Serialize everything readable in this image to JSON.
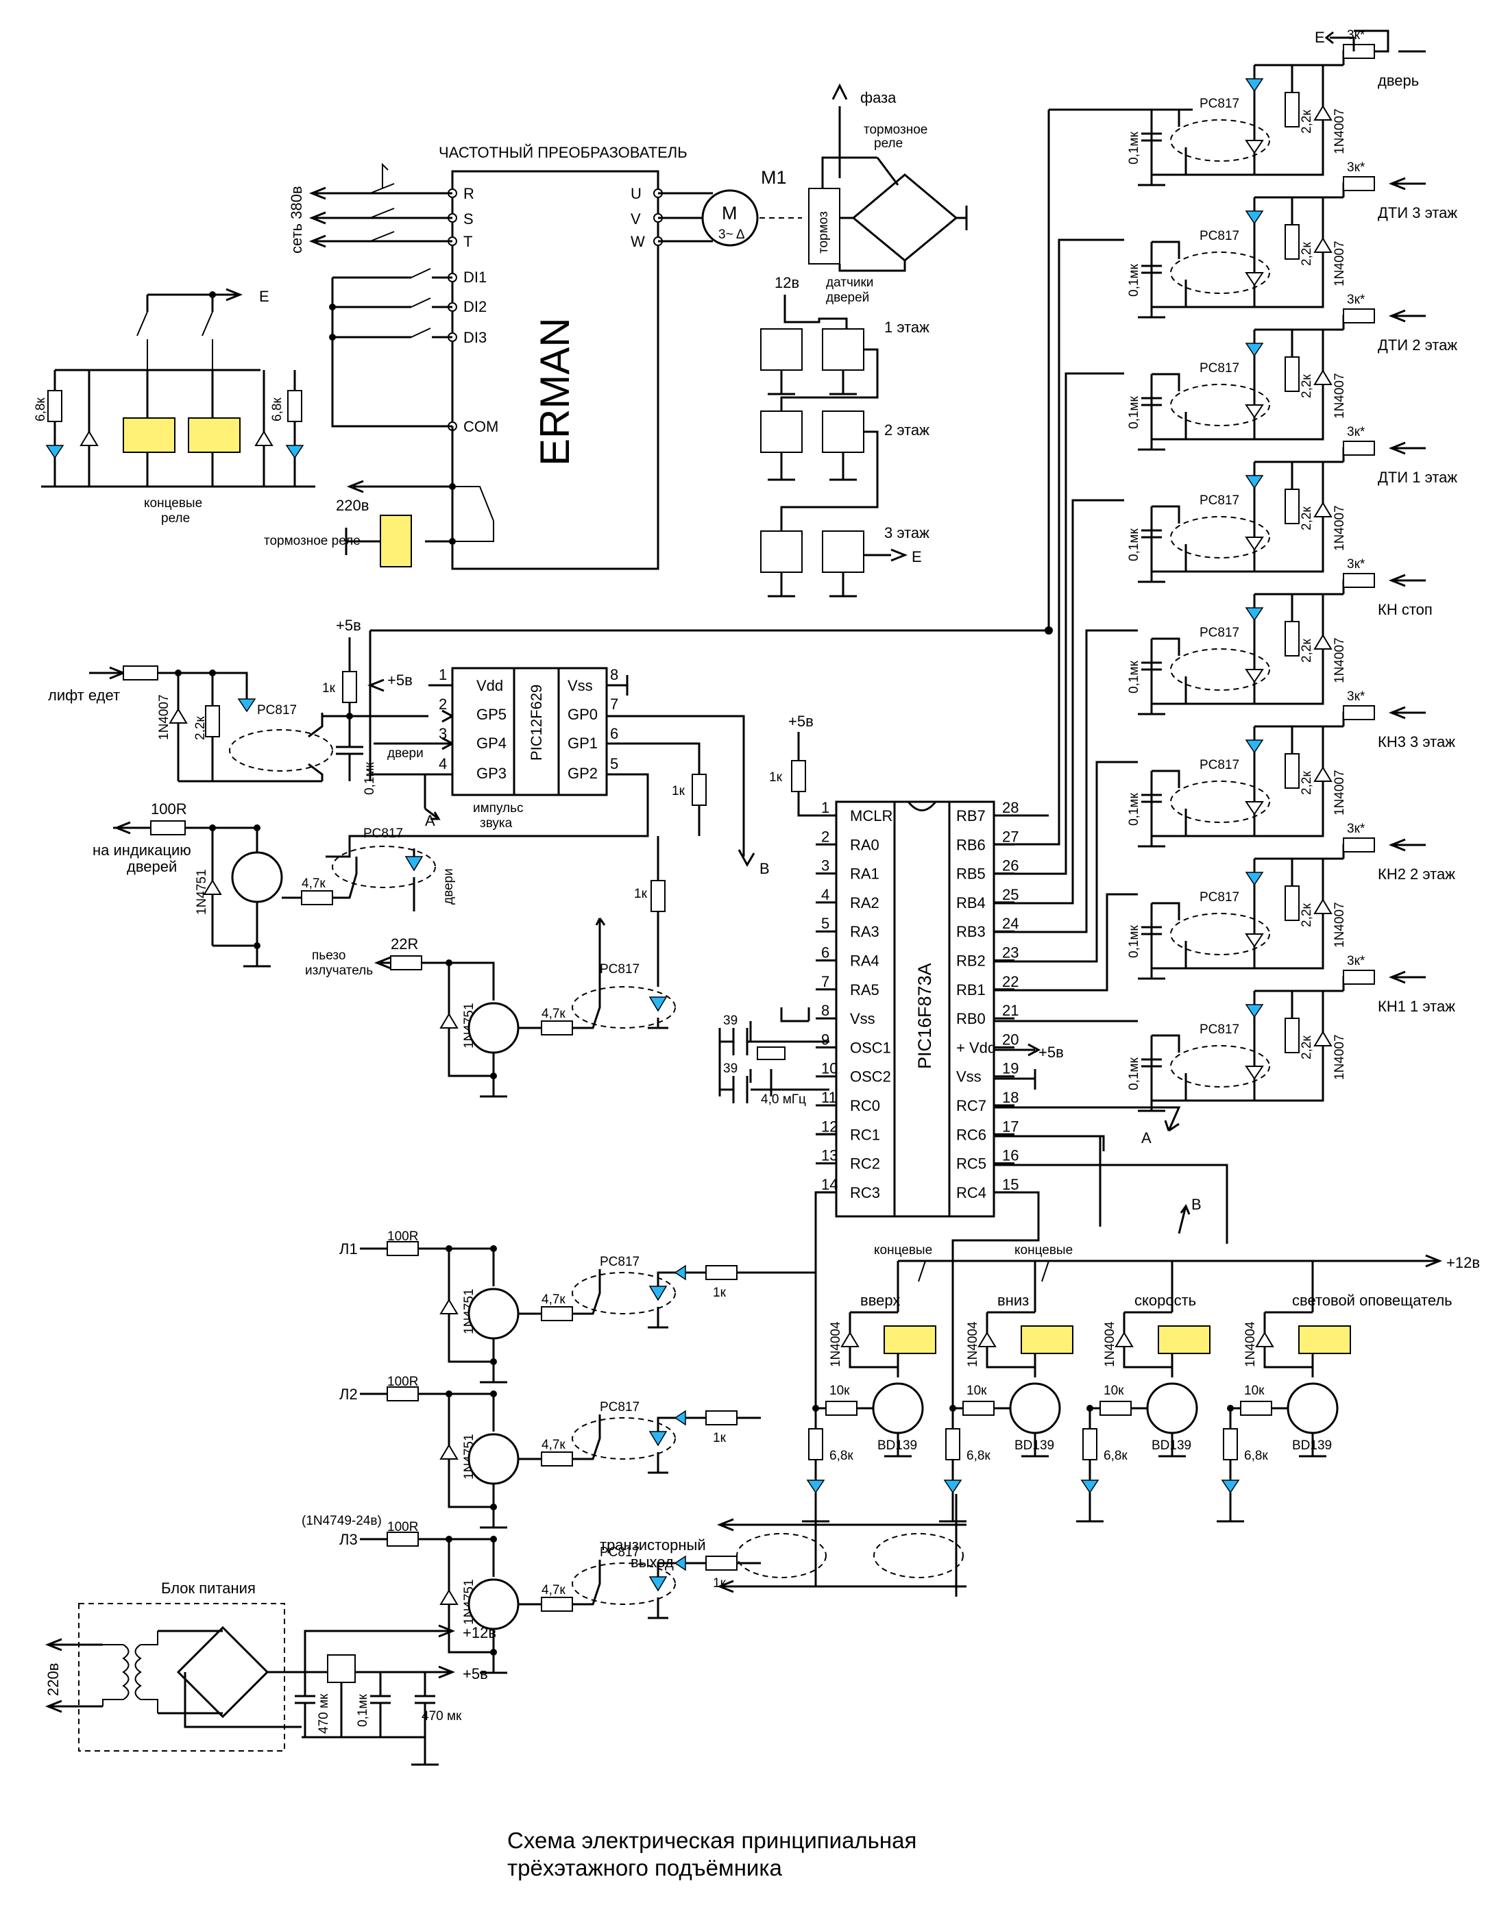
{
  "title": {
    "line1": "Схема электрическая принципиальная",
    "line2": "трёхэтажного подъёмника"
  },
  "inverter": {
    "header": "ЧАСТОТНЫЙ ПРЕОБРАЗОВАТЕЛЬ",
    "brand": "ERMAN",
    "pins": [
      "R",
      "S",
      "T",
      "DI1",
      "DI2",
      "DI3",
      "COM"
    ],
    "outputs": [
      "U",
      "V",
      "W"
    ],
    "mains": "сеть 380в",
    "ac220": "220в",
    "brake_relay": "тормозное реле"
  },
  "motor": {
    "ref": "M1",
    "symbol": "M",
    "sub": "3~ Δ",
    "phase": "фаза",
    "brake_relay": "тормозное реле",
    "brake": "тормоз"
  },
  "door_sensors": {
    "supply": "12в",
    "label": "датчики дверей",
    "floors": [
      "1 этаж",
      "2 этаж",
      "3 этаж"
    ],
    "ground": "E"
  },
  "limit_relays": {
    "label": "концевые реле",
    "resistor": "6,8к",
    "ground": "E"
  },
  "pic12": {
    "part": "PIC12F629",
    "left_pins": [
      {
        "num": "1",
        "name": "Vdd"
      },
      {
        "num": "2",
        "name": "GP5"
      },
      {
        "num": "3",
        "name": "GP4"
      },
      {
        "num": "4",
        "name": "GP3"
      }
    ],
    "right_pins": [
      {
        "num": "8",
        "name": "Vss"
      },
      {
        "num": "7",
        "name": "GP0"
      },
      {
        "num": "6",
        "name": "GP1"
      },
      {
        "num": "5",
        "name": "GP2"
      }
    ],
    "supply": "+5в",
    "doors": "двери",
    "sound": "импульс звука"
  },
  "pic16": {
    "part": "PIC16F873A",
    "left_pins": [
      {
        "num": "1",
        "name": "MCLR"
      },
      {
        "num": "2",
        "name": "RA0"
      },
      {
        "num": "3",
        "name": "RA1"
      },
      {
        "num": "4",
        "name": "RA2"
      },
      {
        "num": "5",
        "name": "RA3"
      },
      {
        "num": "6",
        "name": "RA4"
      },
      {
        "num": "7",
        "name": "RA5"
      },
      {
        "num": "8",
        "name": "Vss"
      },
      {
        "num": "9",
        "name": "OSC1"
      },
      {
        "num": "10",
        "name": "OSC2"
      },
      {
        "num": "11",
        "name": "RC0"
      },
      {
        "num": "12",
        "name": "RC1"
      },
      {
        "num": "13",
        "name": "RC2"
      },
      {
        "num": "14",
        "name": "RC3"
      }
    ],
    "right_pins": [
      {
        "num": "28",
        "name": "RB7"
      },
      {
        "num": "27",
        "name": "RB6"
      },
      {
        "num": "26",
        "name": "RB5"
      },
      {
        "num": "25",
        "name": "RB4"
      },
      {
        "num": "24",
        "name": "RB3"
      },
      {
        "num": "23",
        "name": "RB2"
      },
      {
        "num": "22",
        "name": "RB1"
      },
      {
        "num": "21",
        "name": "RB0"
      },
      {
        "num": "20",
        "name": "+ Vdd"
      },
      {
        "num": "19",
        "name": "Vss"
      },
      {
        "num": "18",
        "name": "RC7"
      },
      {
        "num": "17",
        "name": "RC6"
      },
      {
        "num": "16",
        "name": "RC5"
      },
      {
        "num": "15",
        "name": "RC4"
      }
    ],
    "supply": "+5в",
    "crystal": "4,0 мГц",
    "cap": "39",
    "mclr_res": "1к"
  },
  "inputs": {
    "labels": [
      "дверь",
      "ДТИ 3 этаж",
      "ДТИ 2 этаж",
      "ДТИ 1 этаж",
      "КН стоп",
      "КН3 3 этаж",
      "КН2 2 этаж",
      "КН1 1 этаж"
    ],
    "resistor": "3к*",
    "cap": "0,1мк",
    "opto": "PC817",
    "res2": "2,2к",
    "diode": "1N4007",
    "ground": "E"
  },
  "outputs": {
    "top_left": "концевые",
    "top_right": "концевые",
    "relays": [
      "вверх",
      "вниз",
      "скорость",
      "световой оповещатель"
    ],
    "base_res": "10к",
    "led_res": "6,8к",
    "diode": "1N4004",
    "transistor": "BD139",
    "supply": "+12в",
    "transistor_output": "транзисторный выход",
    "mark_a": "A",
    "mark_b": "B"
  },
  "lamps": {
    "rows": [
      "Л1",
      "Л2",
      "Л3"
    ],
    "res_in": "100R",
    "zener": "1N4751",
    "base": "4,7к",
    "led_res": "1к",
    "opto": "PC817",
    "note": "(1N4749-24в)"
  },
  "misc": {
    "lift_moving": "лифт едет",
    "door_indication": "на индикацию дверей",
    "piezo": "пьезо излучатель",
    "r22": "22R",
    "r100": "100R",
    "opto": "PC817",
    "diode": "1N4007",
    "zener": "1N4751",
    "res1k": "1к",
    "res47": "4,7к",
    "res22": "2,2к",
    "cap": "0,1мк",
    "supply": "+5в",
    "doors": "двери"
  },
  "power": {
    "label": "Блок питания",
    "input": "220в",
    "out12": "+12в",
    "out5": "+5в",
    "c1": "470 мк",
    "c2": "0,1мк",
    "c3": "470 мк"
  }
}
